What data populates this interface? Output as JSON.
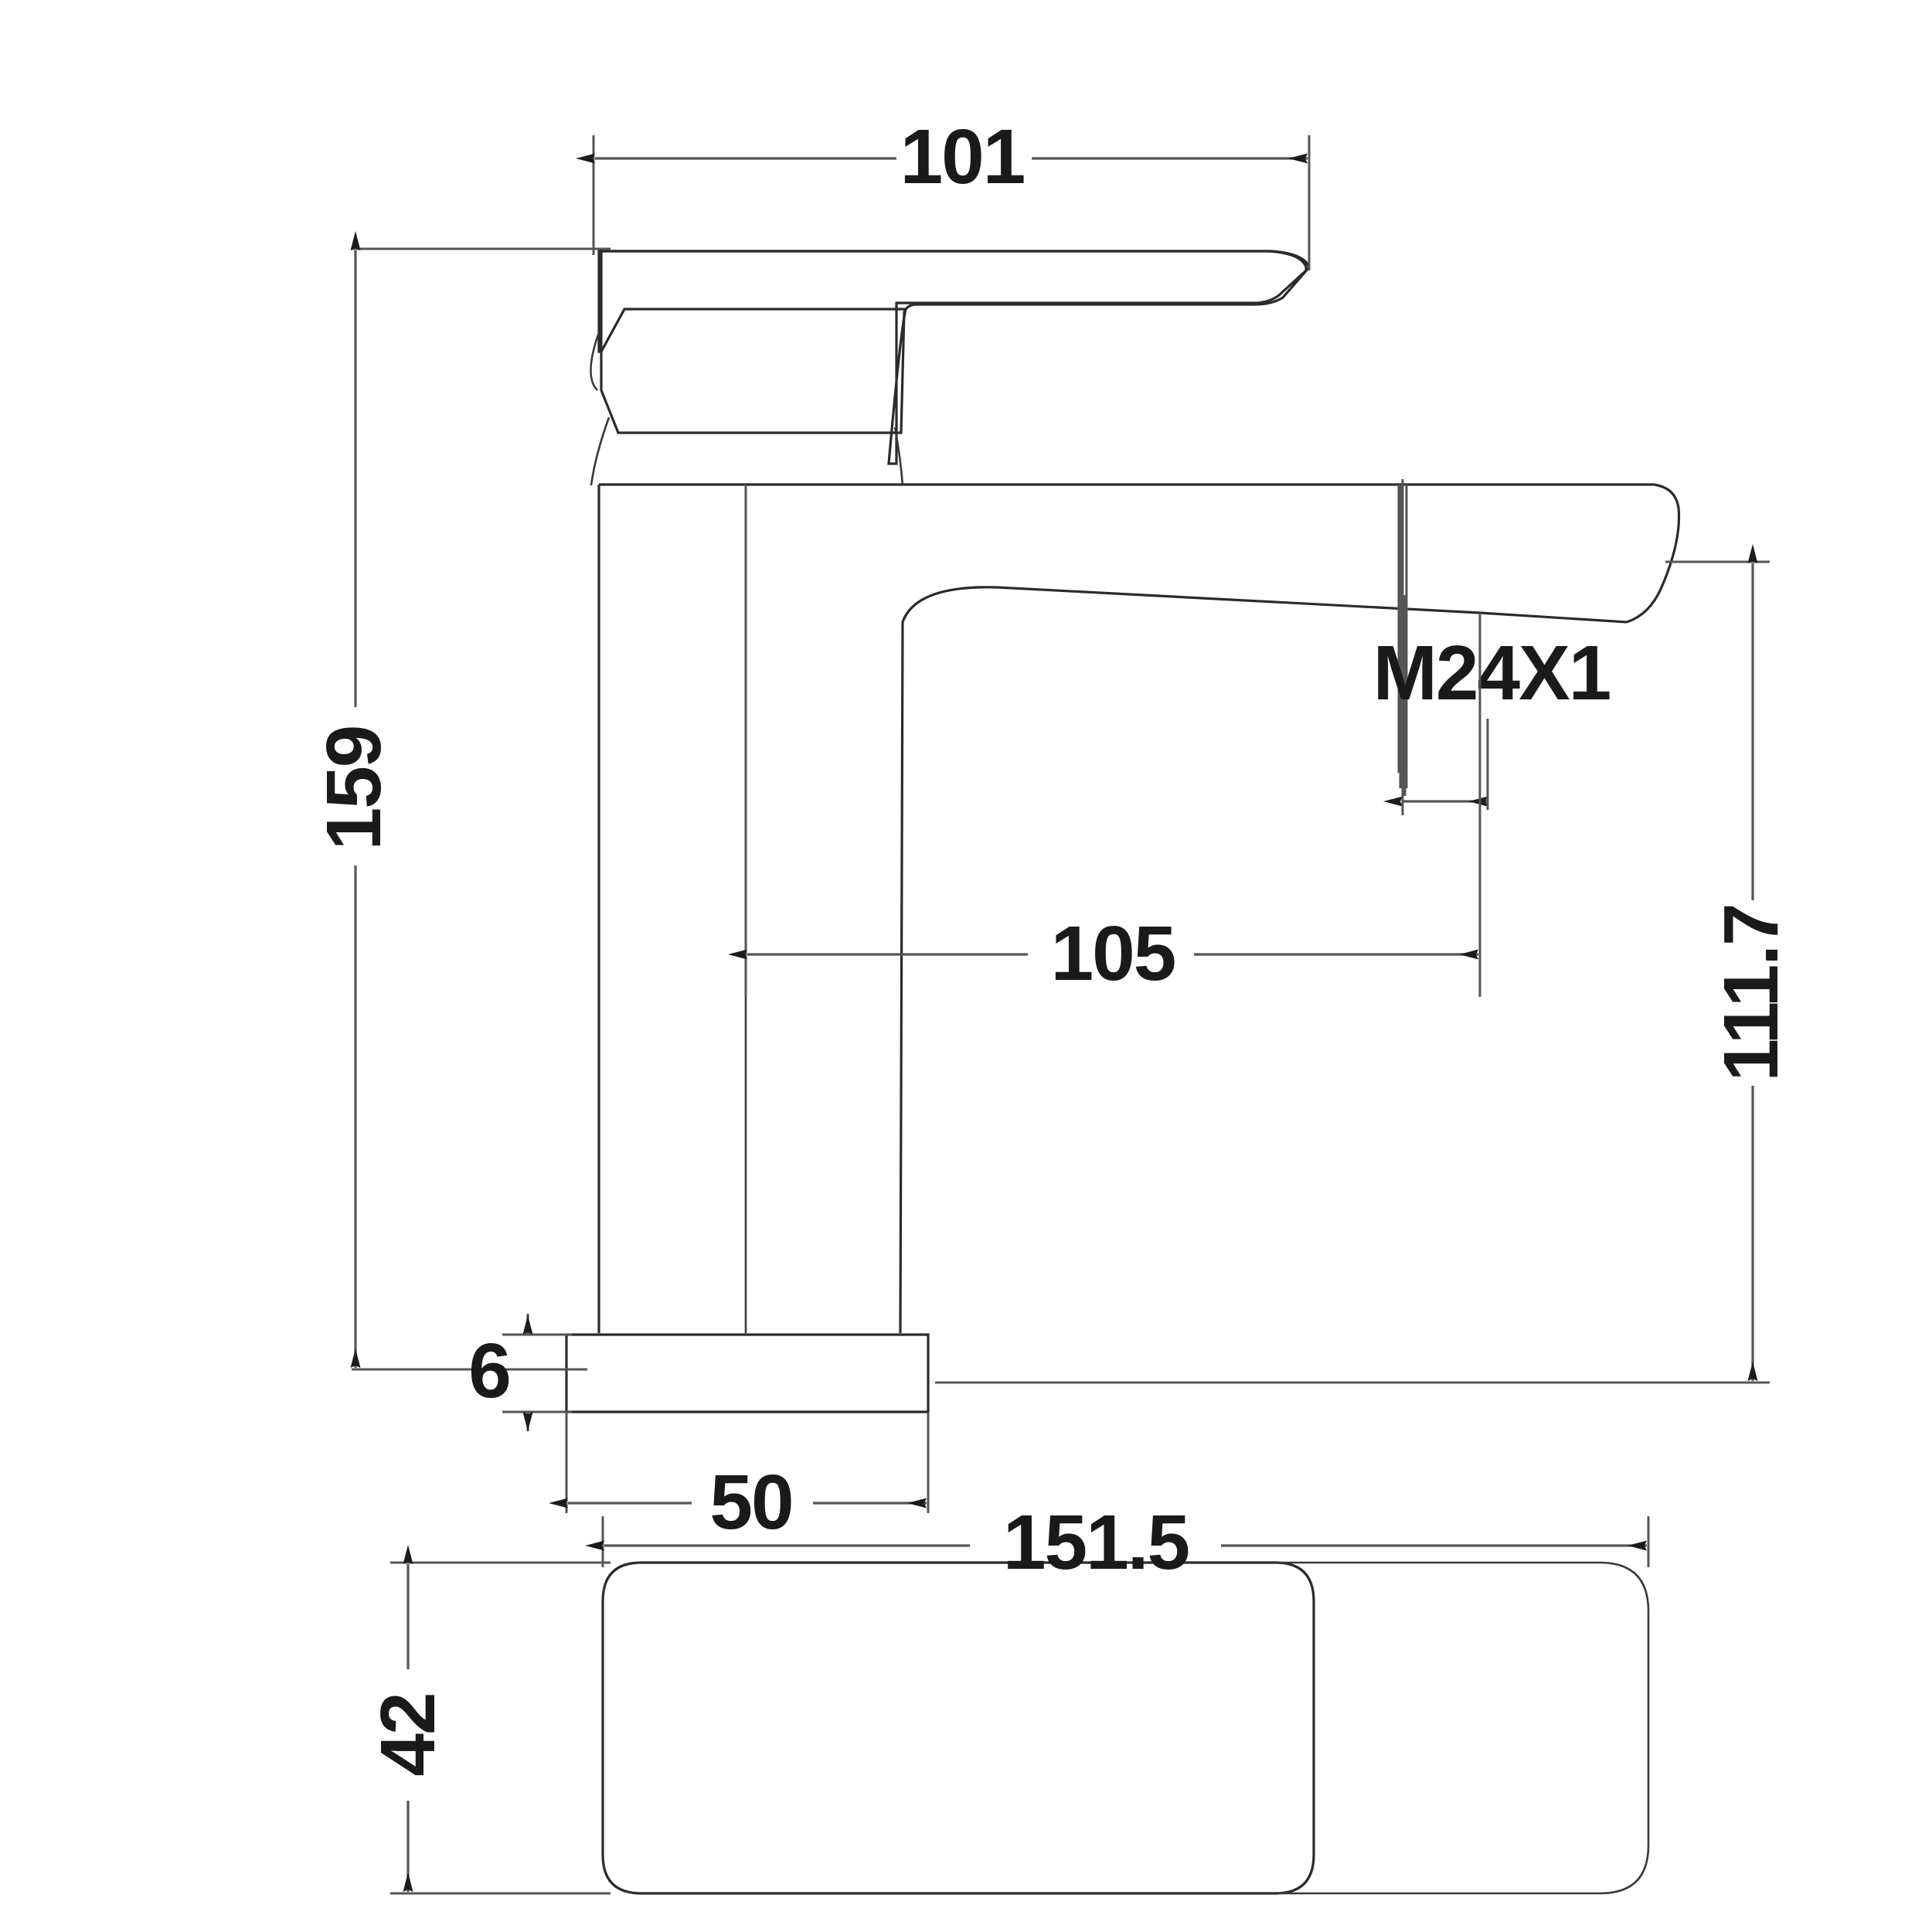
{
  "drawing": {
    "type": "engineering-dimension-drawing",
    "subject": "single-lever basin mixer tap",
    "units": "mm",
    "views": [
      {
        "name": "side-elevation",
        "position": "top"
      },
      {
        "name": "plan-view",
        "position": "bottom"
      }
    ],
    "line_color": "#2b2b2b",
    "dimension_color": "#555555",
    "text_color": "#1a1a1a",
    "background": "#ffffff"
  },
  "dimensions": {
    "overall_width_top": "101",
    "overall_height": "159",
    "spout_height": "111.7",
    "spout_reach": "105",
    "base_thickness": "6",
    "base_width": "50",
    "plan_length": "151.5",
    "plan_width": "42",
    "thread_callout": "M24X1"
  },
  "labels": [
    {
      "id": "d-101",
      "text": "101",
      "rotation": 0,
      "dimension": "overall width of lever at top"
    },
    {
      "id": "d-159",
      "text": "159",
      "rotation": -90,
      "dimension": "total height"
    },
    {
      "id": "d-111-7",
      "text": "111.7",
      "rotation": -90,
      "dimension": "spout outlet height"
    },
    {
      "id": "d-105",
      "text": "105",
      "rotation": 0,
      "dimension": "spout projection"
    },
    {
      "id": "d-m24x1",
      "text": "M24X1",
      "rotation": 0,
      "dimension": "aerator thread size"
    },
    {
      "id": "d-6",
      "text": "6",
      "rotation": 0,
      "dimension": "base plate thickness"
    },
    {
      "id": "d-50",
      "text": "50",
      "rotation": 0,
      "dimension": "base plate diameter"
    },
    {
      "id": "d-151-5",
      "text": "151.5",
      "rotation": 0,
      "dimension": "plan overall length"
    },
    {
      "id": "d-42",
      "text": "42",
      "rotation": -90,
      "dimension": "plan overall width"
    }
  ]
}
